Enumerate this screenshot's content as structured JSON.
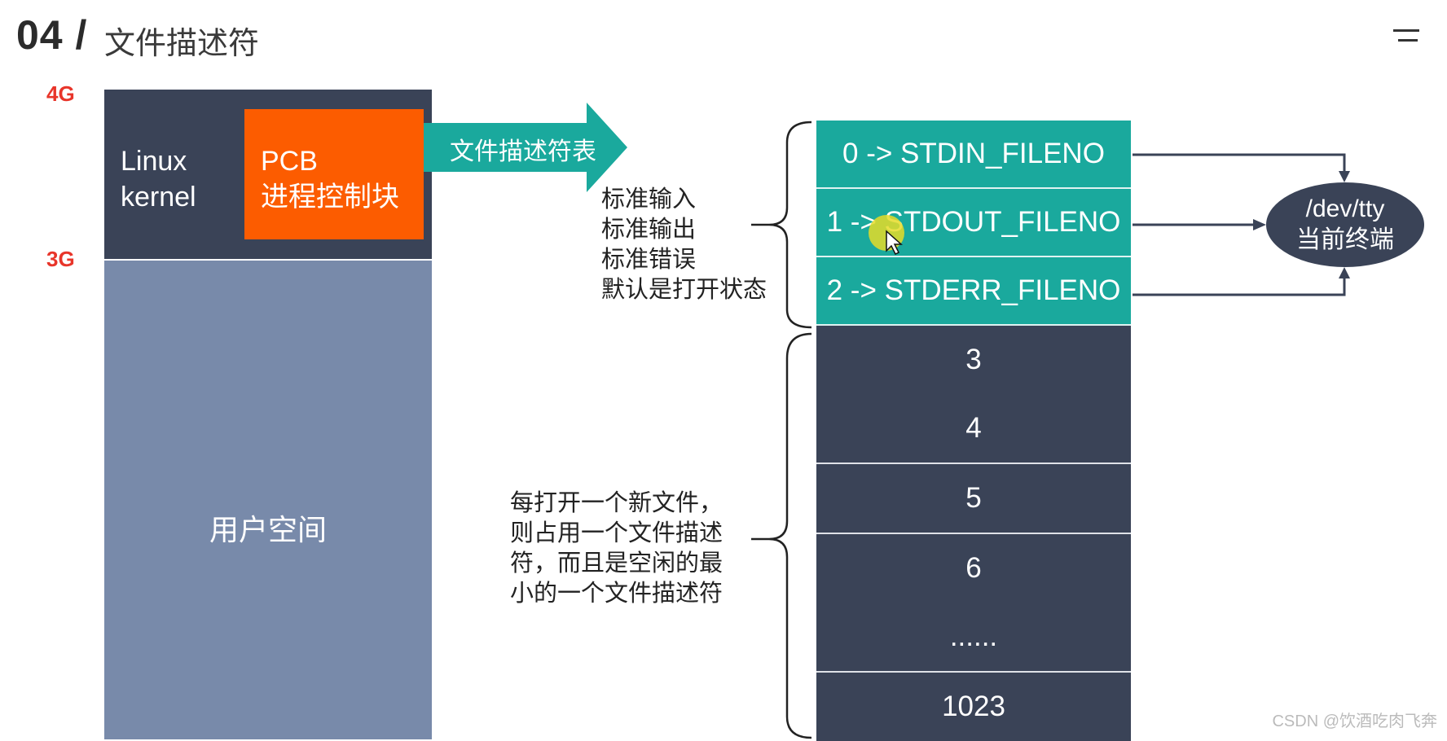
{
  "header": {
    "slide_number": "04 /",
    "title": "文件描述符"
  },
  "memory": {
    "top_label": "4G",
    "mid_label": "3G",
    "kernel_label": "Linux\nkernel",
    "pcb_title": "PCB",
    "pcb_subtitle": "进程控制块",
    "user_space_label": "用户空间"
  },
  "arrow_label": "文件描述符表",
  "fd_table": {
    "standard_rows": [
      "0 -> STDIN_FILENO",
      "1 -> STDOUT_FILENO",
      "2 -> STDERR_FILENO"
    ],
    "rows": [
      "3",
      "4",
      "5",
      "6",
      "......",
      "1023"
    ]
  },
  "annotations": {
    "standard": [
      "标准输入",
      "标准输出",
      "标准错误",
      "默认是打开状态"
    ],
    "new_file": [
      "每打开一个新文件，",
      "则占用一个文件描述",
      "符，而且是空闲的最",
      "小的一个文件描述符"
    ]
  },
  "terminal": {
    "line1": "/dev/tty",
    "line2": "当前终端"
  },
  "watermark": "CSDN @饮酒吃肉飞奔",
  "colors": {
    "kernel": "#3a4357",
    "pcb": "#fc5c00",
    "user_space": "#788aaa",
    "std_row": "#1aa99d",
    "accent_red": "#e8352a"
  }
}
